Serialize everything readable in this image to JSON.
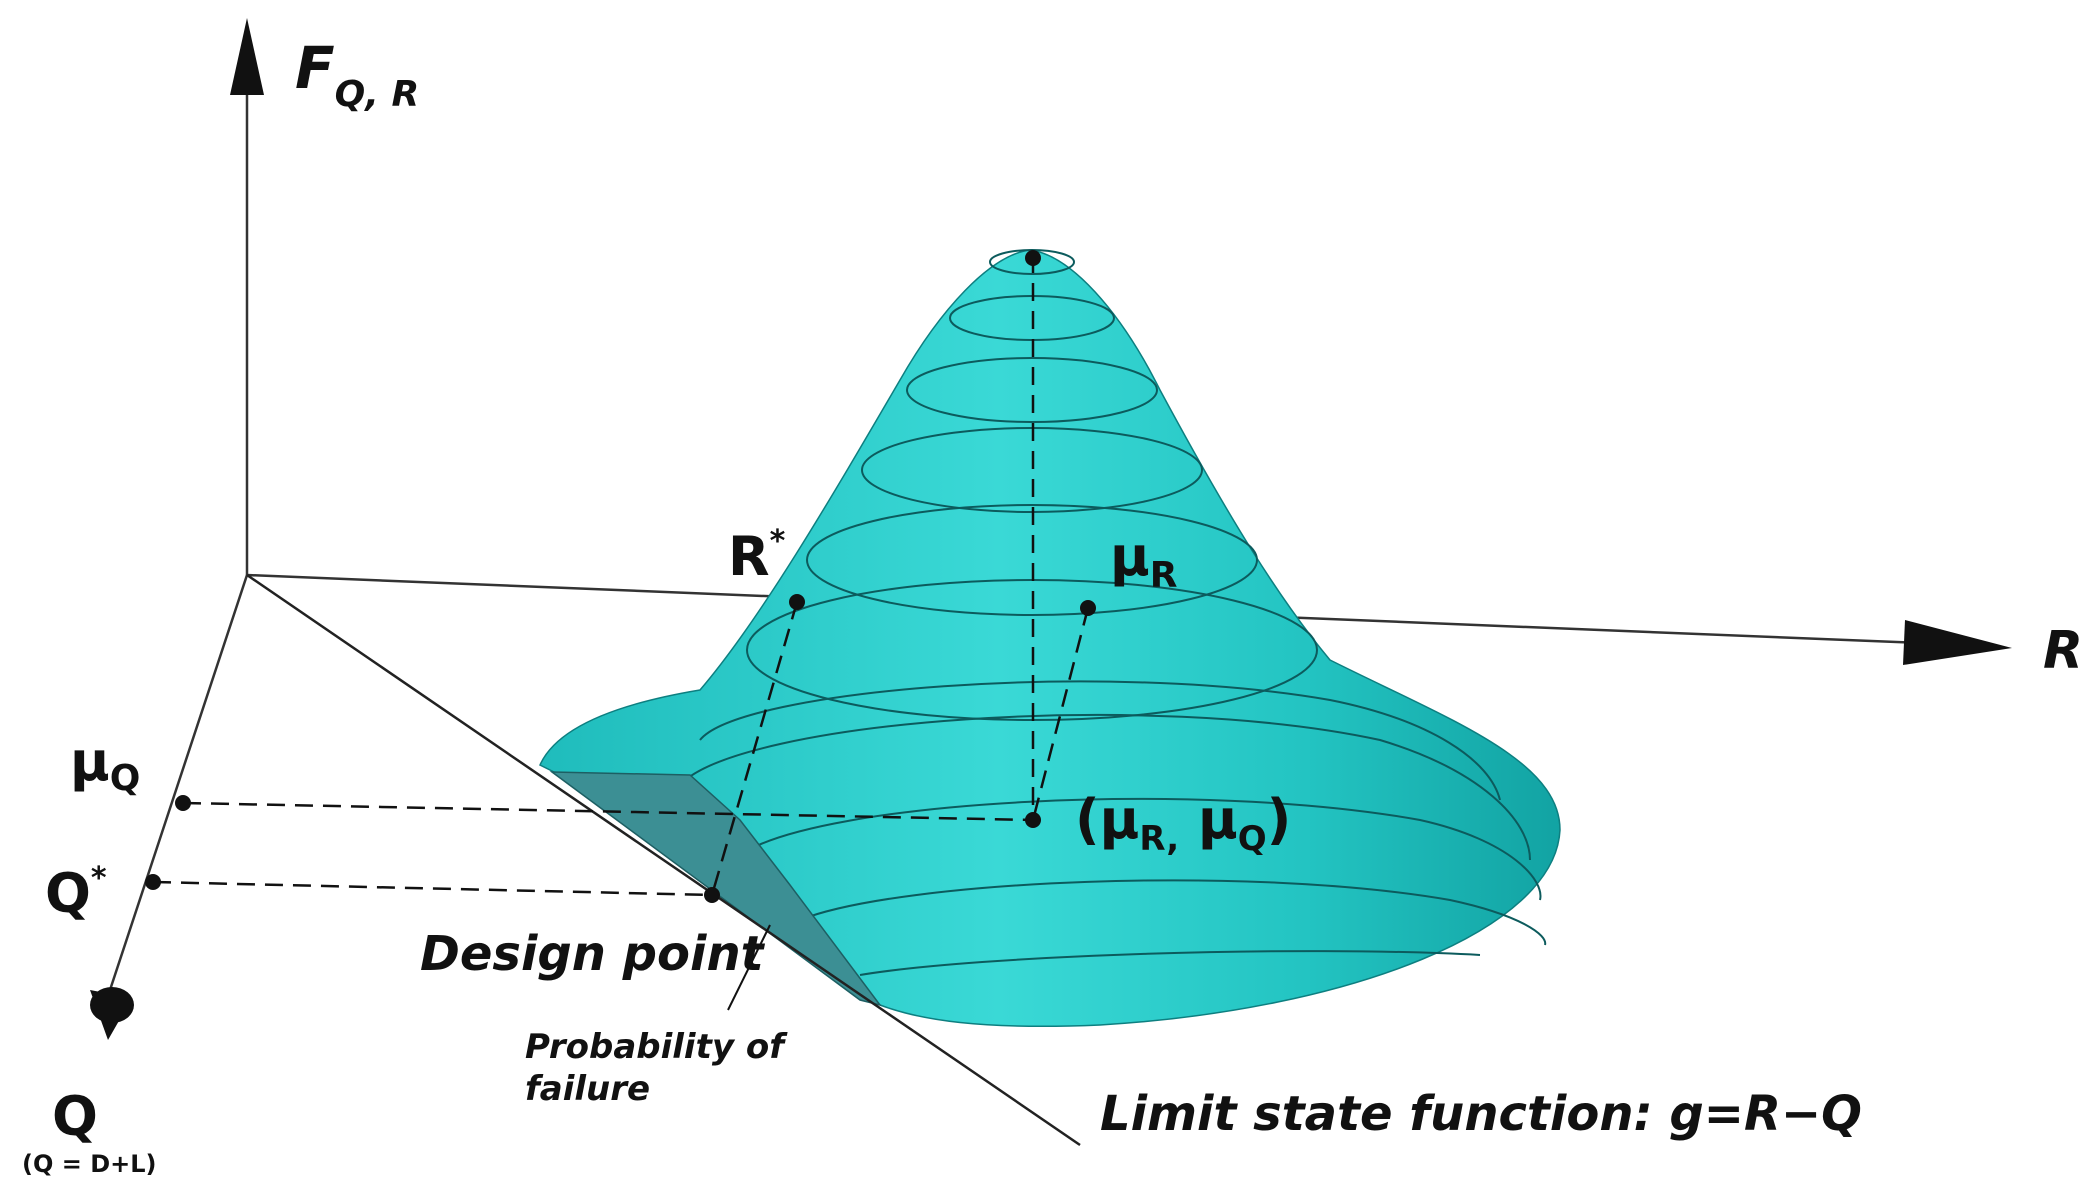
{
  "axes": {
    "vertical": {
      "main": "F",
      "sub": "Q, R"
    },
    "r_axis": "R",
    "q_axis": {
      "main": "Q",
      "note": "(Q = D+L)"
    }
  },
  "points": {
    "mu_q": {
      "main": "μ",
      "sub": "Q"
    },
    "q_star": {
      "main": "Q",
      "sup": "*"
    },
    "r_star": {
      "main": "R",
      "sup": "*"
    },
    "mu_r": {
      "main": "μ",
      "sub": "R"
    },
    "mean_point": {
      "open": "(μ",
      "sub1": "R,",
      "mid": " μ",
      "sub2": "Q",
      "close": ")"
    }
  },
  "annotations": {
    "design_point": "Design point",
    "probability_line1": "Probability of",
    "probability_line2": "failure",
    "limit_state": "Limit state function: g=R−Q"
  },
  "colors": {
    "surface_fill": "#1fc6c6",
    "surface_light": "#3ad9d6",
    "surface_dark": "#0f9e9e",
    "failure_region": "#3c8f94",
    "contour_stroke": "#0c5b5d",
    "axis": "#333333",
    "text": "#111111"
  }
}
